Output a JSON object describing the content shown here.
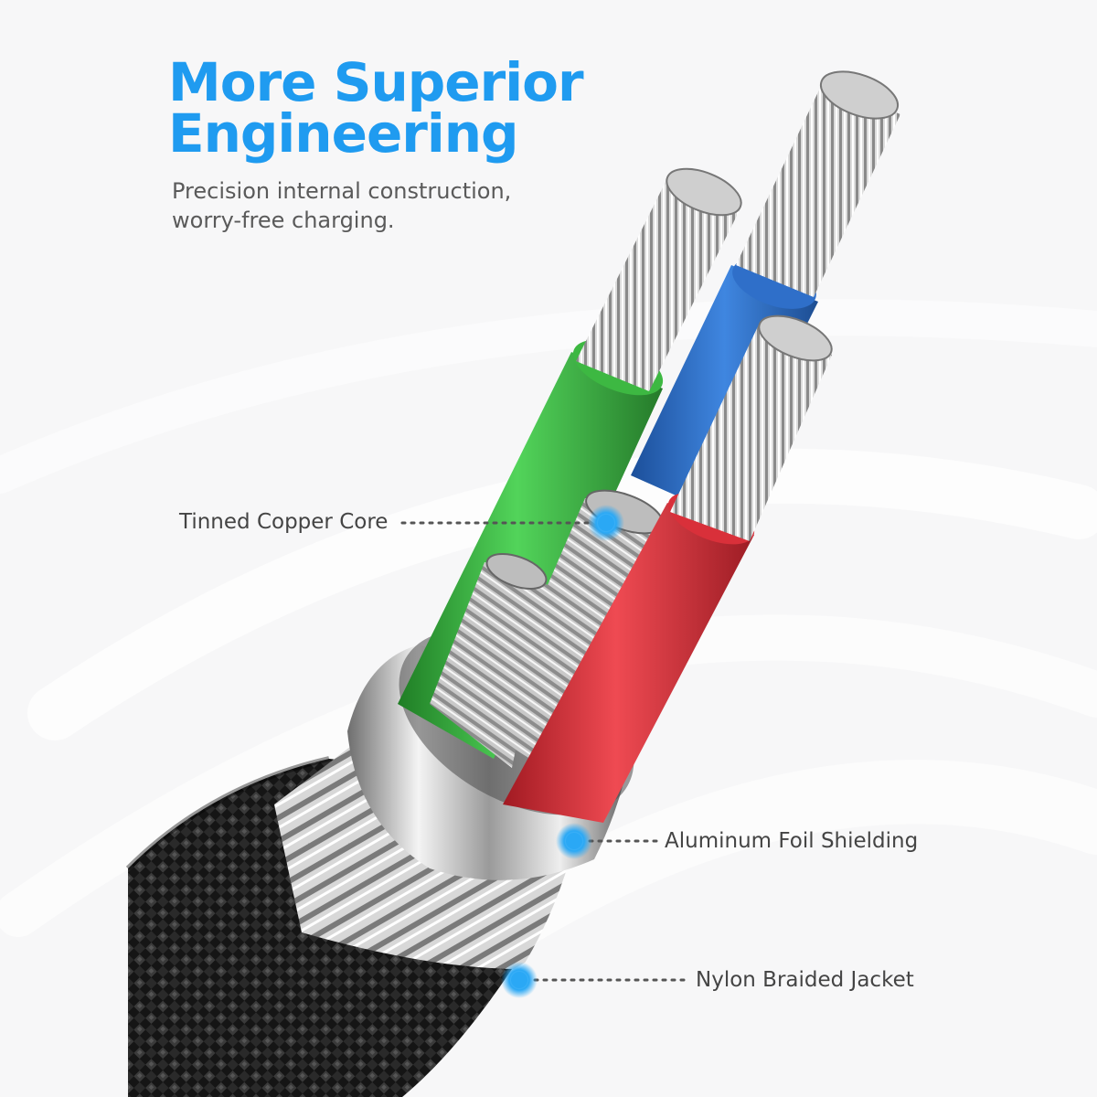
{
  "heading": {
    "line1": "More Superior",
    "line2": "Engineering"
  },
  "subheading": {
    "line1": "Precision internal construction,",
    "line2": "worry-free charging."
  },
  "callouts": {
    "core": "Tinned Copper Core",
    "foil": "Aluminum Foil Shielding",
    "jacket": "Nylon Braided Jacket"
  },
  "colors": {
    "accent": "#1f9bf0",
    "wire_green": "#3db842",
    "wire_blue": "#2f6fc9",
    "wire_red": "#d9303a",
    "jacket": "#1e1e1e"
  }
}
